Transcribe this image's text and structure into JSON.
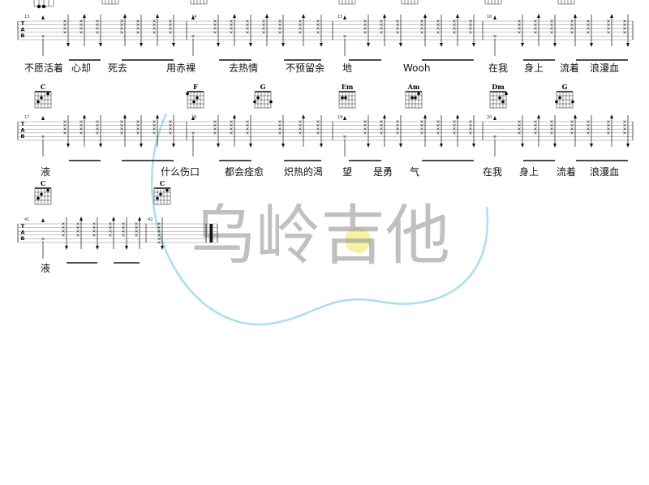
{
  "systems": [
    {
      "measures": [
        "13",
        "14",
        "15",
        "16"
      ],
      "lyrics": [
        "不愿活着",
        "心却",
        "死去",
        "用赤裸",
        "去热情",
        "不预留余",
        "地",
        "Wooh",
        "在我",
        "身上",
        "流着",
        "浪漫血"
      ]
    },
    {
      "chords": [
        "C",
        "F",
        "G",
        "Em",
        "Am",
        "Dm",
        "G"
      ],
      "measures": [
        "17",
        "18",
        "19",
        "20"
      ],
      "lyrics": [
        "液",
        "什么伤口",
        "都会痊愈",
        "炽热的渴",
        "望",
        "是勇",
        "气",
        "在我",
        "身上",
        "流着",
        "浪漫血"
      ]
    },
    {
      "chords": [
        "C",
        "C"
      ],
      "measures": [
        "41",
        "42"
      ],
      "lyrics": [
        "液"
      ]
    }
  ],
  "tab_label": [
    "T",
    "A",
    "B"
  ],
  "watermark": "乌岭吉他",
  "colors": {
    "watermark_text": "#8c8c8c",
    "watermark_curve": "#a9dff0",
    "watermark_dot": "#f7f0a8"
  }
}
